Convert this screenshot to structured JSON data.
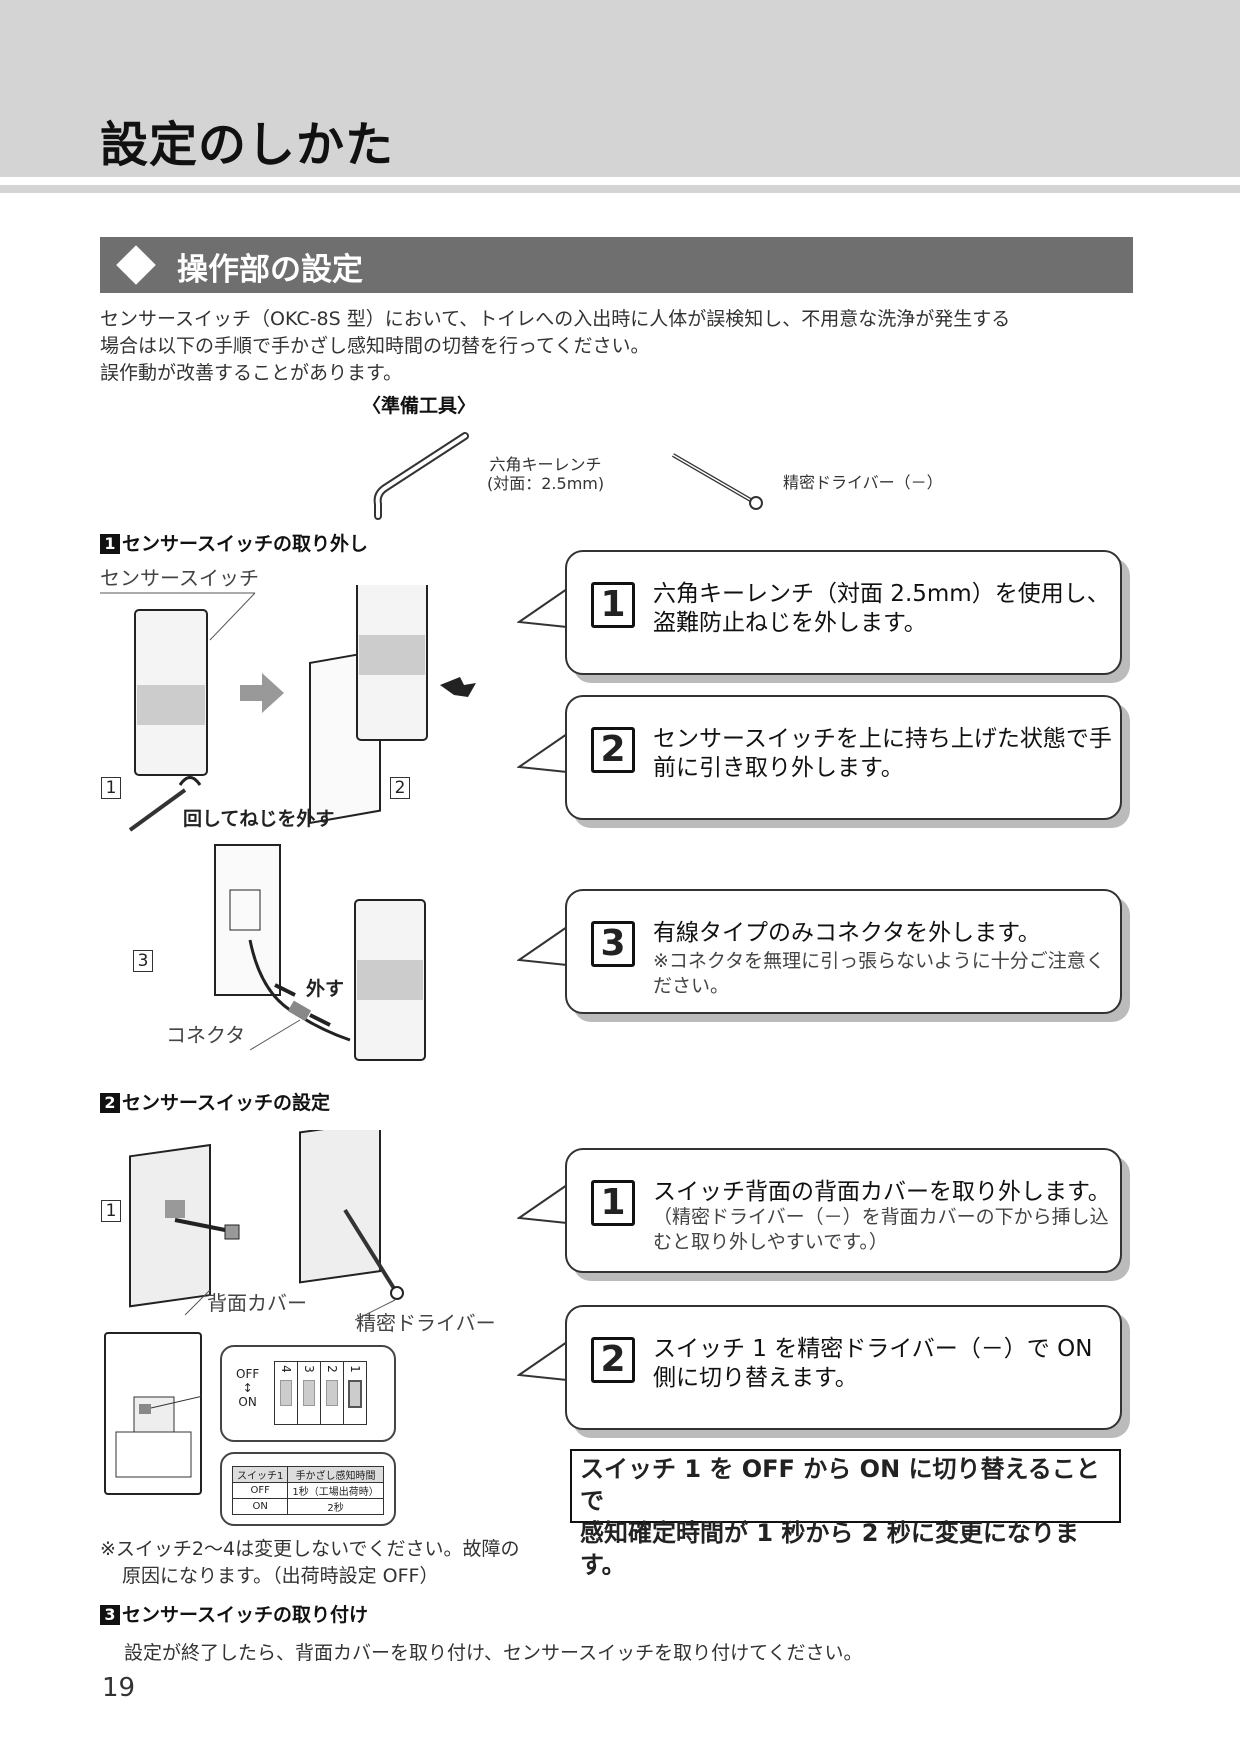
{
  "header": {
    "title": "設定のしかた"
  },
  "section": {
    "title": "操作部の設定"
  },
  "intro": [
    "センサースイッチ（OKC-8S 型）において、トイレへの入出時に人体が誤検知し、不用意な洗浄が発生する",
    "場合は以下の手順で手かざし感知時間の切替を行ってください。",
    "誤作動が改善することがあります。"
  ],
  "tools": {
    "heading": "〈準備工具〉",
    "wrench": [
      "六角キーレンチ",
      "(対面：2.5mm)"
    ],
    "driver": "精密ドライバー（－）"
  },
  "part1": {
    "num": "1",
    "heading": "センサースイッチの取り外し",
    "label_switch": "センサースイッチ",
    "label_turn": "回してねじを外す",
    "label_remove": "外す",
    "label_connector": "コネクタ",
    "fig_nums": [
      "1",
      "2",
      "3"
    ],
    "steps": [
      {
        "num": "1",
        "text": "六角キーレンチ（対面 2.5mm）を使用し、盗難防止ねじを外します。"
      },
      {
        "num": "2",
        "text": "センサースイッチを上に持ち上げた状態で手前に引き取り外します。"
      },
      {
        "num": "3",
        "text": "有線タイプのみコネクタを外します。",
        "sub": "※コネクタを無理に引っ張らないように十分ご注意ください。"
      }
    ]
  },
  "part2": {
    "num": "2",
    "heading": "センサースイッチの設定",
    "label_cover": "背面カバー",
    "label_driver": "精密ドライバー",
    "fig_num": "1",
    "dip": {
      "off": "OFF",
      "on": "ON",
      "switches": [
        "4",
        "3",
        "2",
        "1"
      ]
    },
    "table": {
      "headers": [
        "スイッチ1",
        "手かざし感知時間"
      ],
      "rows": [
        [
          "OFF",
          "1秒（工場出荷時）"
        ],
        [
          "ON",
          "2秒"
        ]
      ]
    },
    "steps": [
      {
        "num": "1",
        "text": "スイッチ背面の背面カバーを取り外します。",
        "sub": "（精密ドライバー（－）を背面カバーの下から挿し込むと取り外しやすいです。）"
      },
      {
        "num": "2",
        "text": "スイッチ 1 を精密ドライバー（－）で ON 側に切り替えます。"
      }
    ],
    "highlight": [
      "スイッチ 1 を OFF から ON に切り替えることで",
      "感知確定時間が 1 秒から 2 秒に変更になります。"
    ],
    "note": [
      "※スイッチ2～4は変更しないでください。故障の",
      "原因になります。（出荷時設定 OFF）"
    ]
  },
  "part3": {
    "num": "3",
    "heading": "センサースイッチの取り付け",
    "text": "設定が終了したら、背面カバーを取り付け、センサースイッチを取り付けてください。"
  },
  "page_number": "19"
}
